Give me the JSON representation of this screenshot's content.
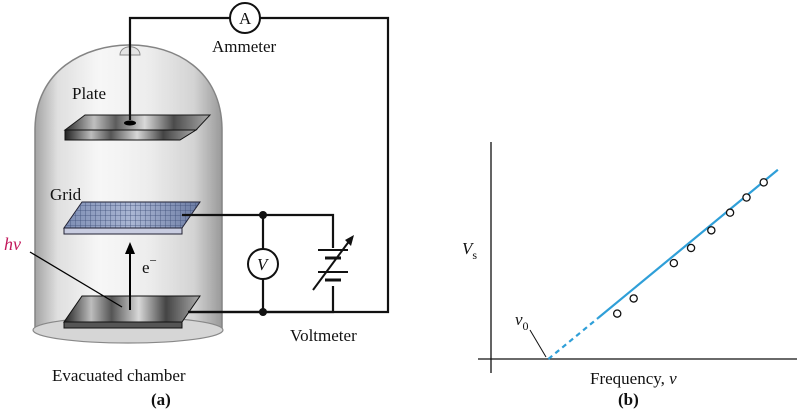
{
  "panel_a": {
    "caption": "(a)",
    "labels": {
      "ammeter_symbol": "A",
      "ammeter": "Ammeter",
      "plate": "Plate",
      "grid": "Grid",
      "photon": "hν",
      "electron": "e",
      "electron_charge": "−",
      "voltmeter_symbol": "V",
      "voltmeter": "Voltmeter",
      "chamber": "Evacuated chamber"
    },
    "colors": {
      "photon_label": "#c2185b",
      "wire": "#111111"
    }
  },
  "panel_b": {
    "caption": "(b)",
    "ylabel_main": "V",
    "ylabel_sub": "s",
    "xlabel": "Frequency, ",
    "xlabel_var": "ν",
    "threshold_main": "ν",
    "threshold_sub": "0",
    "colors": {
      "line": "#2f9fd8",
      "marker_fill": "#ffffff",
      "axis": "#111111"
    }
  },
  "chart_data": {
    "type": "scatter",
    "title": "",
    "xlabel": "Frequency, ν",
    "ylabel": "Vs",
    "x": [
      1.8,
      2.23,
      3.28,
      3.73,
      4.26,
      4.75,
      5.18,
      5.63
    ],
    "y": [
      0.18,
      0.24,
      0.38,
      0.44,
      0.51,
      0.58,
      0.64,
      0.7
    ],
    "fit_line": {
      "x": [
        0.0,
        6.0
      ],
      "y": [
        0.0,
        0.75
      ],
      "solid_from_x": 1.3
    },
    "threshold_x": 0.0,
    "xlim": [
      -1.5,
      6.5
    ],
    "ylim": [
      0,
      0.86
    ],
    "grid": false,
    "legend": "none"
  }
}
